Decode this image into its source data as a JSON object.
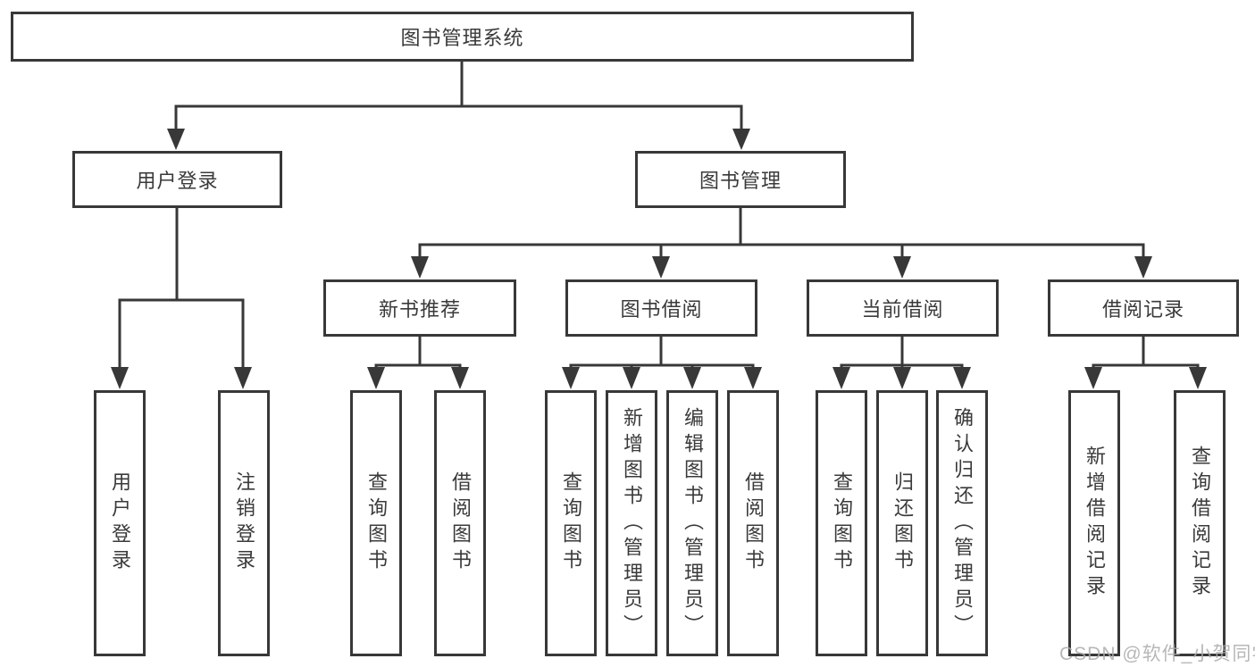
{
  "diagram": {
    "title": "图书管理系统",
    "level2": [
      {
        "label": "用户登录",
        "children": [
          "用户登录",
          "注销登录"
        ]
      },
      {
        "label": "图书管理"
      }
    ],
    "level3": [
      {
        "label": "新书推荐",
        "children": [
          "查询图书",
          "借阅图书"
        ]
      },
      {
        "label": "图书借阅",
        "children": [
          "查询图书",
          "新增图书（管理员）",
          "编辑图书（管理员）",
          "借阅图书"
        ]
      },
      {
        "label": "当前借阅",
        "children": [
          "查询图书",
          "归还图书",
          "确认归还（管理员）"
        ]
      },
      {
        "label": "借阅记录",
        "children": [
          "新增借阅记录",
          "查询借阅记录"
        ]
      }
    ]
  },
  "watermark": {
    "text": "CSDN @软件_小贺同学"
  },
  "colors": {
    "line": "#383838",
    "box_border": "#383838",
    "text": "#3a3a3a",
    "background": "#ffffff",
    "watermark": "#ababab"
  }
}
